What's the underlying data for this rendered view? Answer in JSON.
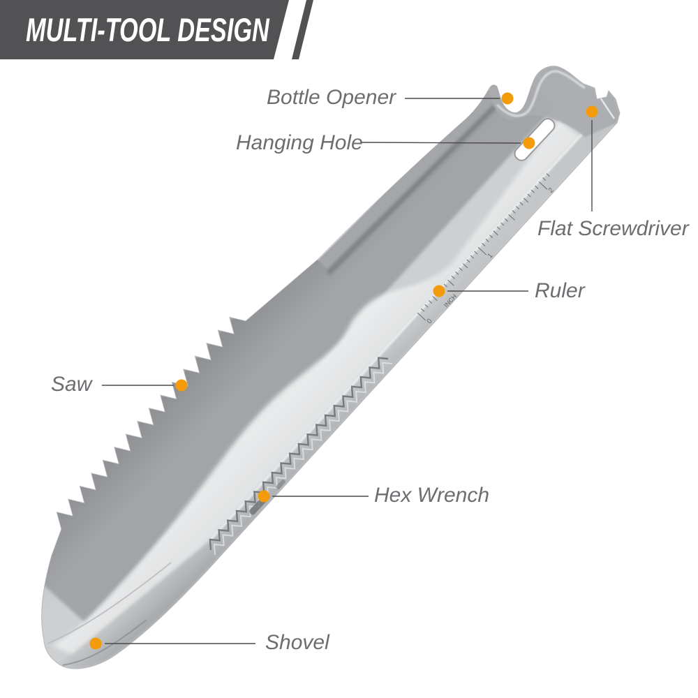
{
  "banner": {
    "title": "MULTI-TOOL DESIGN",
    "bg_color": "#525254",
    "text_color": "#ffffff"
  },
  "colors": {
    "accent": "#F49B0B",
    "label_text": "#6b6d70",
    "leader_line": "#4a4a4a"
  },
  "features": [
    {
      "id": "bottle-opener",
      "label": "Bottle Opener"
    },
    {
      "id": "hanging-hole",
      "label": "Hanging Hole"
    },
    {
      "id": "flat-screwdriver",
      "label": "Flat Screwdriver"
    },
    {
      "id": "ruler",
      "label": "Ruler"
    },
    {
      "id": "saw",
      "label": "Saw"
    },
    {
      "id": "hex-wrench",
      "label": "Hex Wrench"
    },
    {
      "id": "shovel",
      "label": "Shovel"
    }
  ],
  "ruler": {
    "unit": "INCH",
    "marks": [
      "0",
      "1",
      "2"
    ]
  }
}
